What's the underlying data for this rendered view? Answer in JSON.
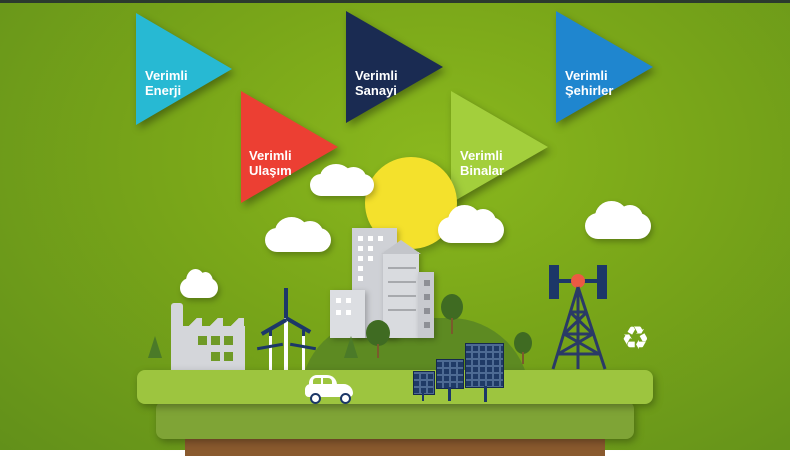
{
  "flags": [
    {
      "id": "energy",
      "line1": "Verimli",
      "line2": "Enerji",
      "color": "#27b9d3"
    },
    {
      "id": "transport",
      "line1": "Verimli",
      "line2": "Ulaşım",
      "color": "#ec3f33"
    },
    {
      "id": "industry",
      "line1": "Verimli",
      "line2": "Sanayi",
      "color": "#1a2b52"
    },
    {
      "id": "buildings",
      "line1": "Verimli",
      "line2": "Binalar",
      "color": "#a3cf3c"
    },
    {
      "id": "cities",
      "line1": "Verimli",
      "line2": "Şehirler",
      "color": "#1f86cf"
    }
  ],
  "colors": {
    "background": "#7aa719",
    "ground_top": "#9dc53f",
    "ground_middle": "#7fa436",
    "soil": "#8a5a2e",
    "sun": "#f4e12c"
  },
  "illustration": {
    "elements": [
      "factory",
      "wind-turbines",
      "city-buildings",
      "sun",
      "clouds",
      "car",
      "solar-panels",
      "cell-tower",
      "recycle-icon",
      "trees"
    ]
  }
}
